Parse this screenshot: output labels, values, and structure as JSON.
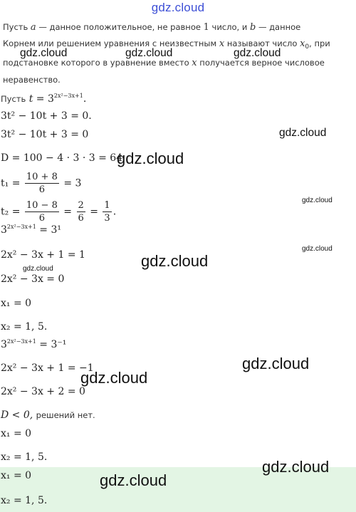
{
  "header": {
    "site": "gdz.cloud"
  },
  "intro": {
    "def_prefix": "Пусть",
    "def_mid": "— данное положительное, не равное",
    "def_num": "1",
    "def_tail": "число, и",
    "def_end": "— данное",
    "def_line2": "Корнем или решением уравнения с неизвестным",
    "def_line2b": "называют число",
    "def_line2c": ", при",
    "def_line3": "подстановке которого в уравнение вместо",
    "def_line3b": "получается верное числовое",
    "def_line4": "неравенство.",
    "sub_prefix": "Пусть"
  },
  "solution": {
    "eq1": "3t² − 10t + 3 = 0.",
    "eq2": "3t² − 10t + 3 = 0",
    "discriminant": "D = 100 − 4 · 3 · 3 = 64",
    "t1_lhs": "t₁ =",
    "t1_num": "10 + 8",
    "t1_den": "6",
    "t1_rhs": "= 3",
    "t2_lhs": "t₂ =",
    "t2_num": "10 − 8",
    "t2_den": "6",
    "t2_mid_num": "2",
    "t2_mid_den": "6",
    "t2_r_num": "1",
    "t2_r_den": "3",
    "case1_exp": "= 3¹",
    "case1_eq": "2x² − 3x + 1 = 1",
    "case1_red": "2x² − 3x = 0",
    "case1_x1": "x₁ = 0",
    "case1_x2": "x₂ = 1, 5.",
    "case2_exp": "= 3⁻¹",
    "case2_eq": "2x² − 3x + 1 = −1",
    "case2_red": "2x² − 3x + 2 = 0",
    "no_roots_lhs": "D  <  0,",
    "no_roots_text": "решений нет.",
    "ans_x1": "x₁ = 0",
    "ans_x2": "x₂ = 1, 5.",
    "final_x1": "x₁ = 0",
    "final_x2": "x₂ = 1, 5."
  },
  "watermarks": {
    "text": "gdz.cloud"
  },
  "colors": {
    "brand": "#3d4fd6",
    "highlight": "#e3f5e4"
  }
}
